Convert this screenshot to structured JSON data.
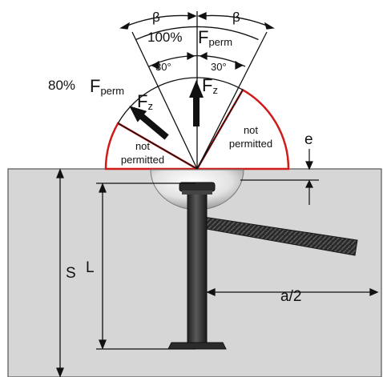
{
  "labels": {
    "beta": "β",
    "beta_right": "β",
    "percent_100": "100%",
    "percent_80": "80%",
    "f": "F",
    "perm": "perm",
    "angle_left": "30°",
    "angle_right": "30°",
    "fz_f": "F",
    "fz_sub": "z",
    "not_permitted_left_1": "not",
    "not_permitted_left_2": "permitted",
    "not_permitted_right_1": "not",
    "not_permitted_right_2": "permitted",
    "dim_e": "e",
    "dim_s": "S",
    "dim_l": "L",
    "dim_a2": "a/2"
  },
  "colors": {
    "concrete": "#d6d6d6",
    "forbidden_outline": "#d11a1a",
    "ink": "#111111",
    "anchor": "#2e2e2e"
  }
}
